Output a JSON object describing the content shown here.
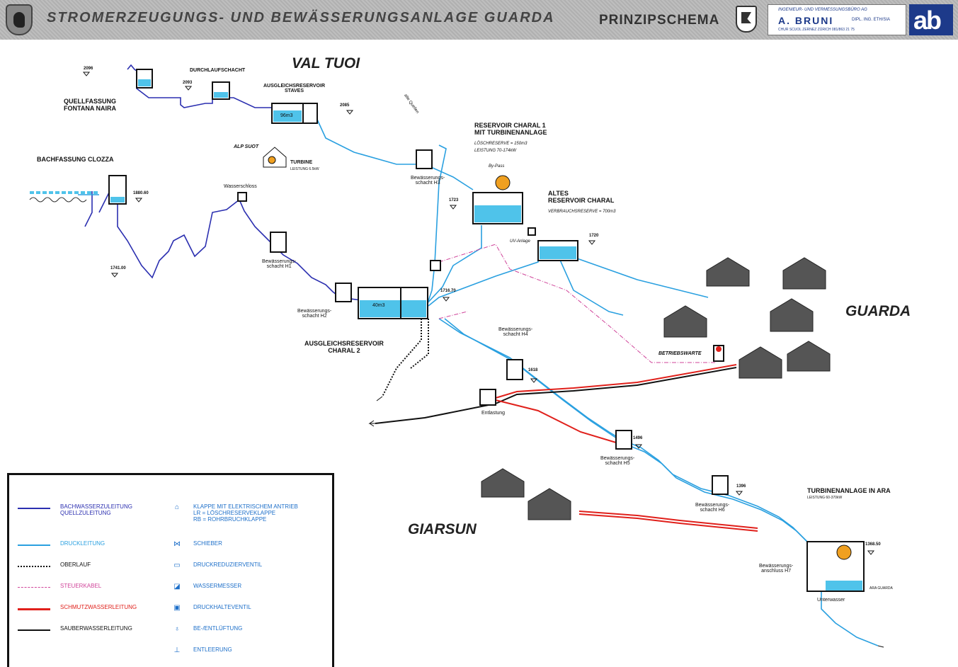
{
  "header": {
    "title": "STROMERZEUGUNGS- UND BEWÄSSERUNGSANLAGE GUARDA",
    "subtitle": "PRINZIPSCHEMA",
    "company": {
      "line1": "INGENIEUR- UND VERMESSUNGSBÜRO AG",
      "name": "A. BRUNI",
      "suffix": "DIPL. ING. ETH/SIA",
      "line3": "CHUR   SCUOL   ZERNEZ   ZÜRICH 081/863 21 75",
      "logo": "ab"
    }
  },
  "places": {
    "val_tuoi": "VAL TUOI",
    "guarda": "GUARDA",
    "giarsun": "GIARSUN"
  },
  "labels": {
    "quellfassung": "QUELLFASSUNG\nFONTANA NAIRA",
    "durchlaufschacht": "DURCHLAUFSCHACHT",
    "ausgleich_staves": "AUSGLEICHSRESERVOIR\nSTAVES",
    "alp_suot": "ALP SUOT",
    "turbine_small": "TURBINE",
    "turbine_leistung": "LEISTUNG 6.5kW",
    "bachfassung": "BACHFASSUNG CLOZZA",
    "wasserschloss": "Wasserschloss",
    "reservoir_charal1": "RESERVOIR CHARAL 1\nMIT TURBINENANLAGE",
    "loeschreserve": "LÖSCHRESERVE = 150m3",
    "leistung1": "LEISTUNG 70-174kW",
    "altes_reservoir": "ALTES\nRESERVOIR CHARAL",
    "verbrauchsreserve": "VERBRAUCHSRESERVE = 700m3",
    "uv_anlage": "UV-Anlage",
    "bypass": "By-Pass",
    "ausgleich_charal2": "AUSGLEICHSRESERVOIR\nCHARAL 2",
    "vol_staves": "96m3",
    "vol_charal2": "40m3",
    "h1": "Bewässerungs-\nschacht H1",
    "h2": "Bewässerungs-\nschacht H2",
    "h3": "Bewässerungs-\nschacht H3",
    "h4": "Bewässerungs-\nschacht H4",
    "h5": "Bewässerungs-\nschacht H5",
    "h6": "Bewässerungs-\nschacht H6",
    "h7": "Bewässerungs-\nanschluss H7",
    "entlastung": "Entlastung",
    "betriebswarte": "BETRIEBSWARTE",
    "turbinenanlage_ara": "TURBINENANLAGE IN ARA",
    "leistung_ara": "LEISTUNG 60-370kW",
    "unterwasser": "Unterwasser",
    "ara_guarda": "ARA GUARDA",
    "alte_quellen": "alte Quellen"
  },
  "elevations": {
    "e2096": "2096",
    "e2093": "2093",
    "e2085": "2085",
    "e1880": "1880.60",
    "e1741": "1741.00",
    "e1723": "1723",
    "e1720": "1720",
    "e1716": "1716.70",
    "e1618": "1618",
    "e1496": "1496",
    "e1396": "1396",
    "e1368": "1368.50"
  },
  "legend": {
    "left": [
      {
        "text": "BACHWASSERZULEITUNG\nQUELLZULEITUNG",
        "color": "#2b2fb0",
        "style": "solid"
      },
      {
        "text": "DRUCKLEITUNG",
        "color": "#2aa0e0",
        "style": "solid"
      },
      {
        "text": "OBERLAUF",
        "color": "#111111",
        "style": "dotted"
      },
      {
        "text": "STEUERKABEL",
        "color": "#d0459a",
        "style": "dashdot"
      },
      {
        "text": "SCHMUTZWASSERLEITUNG",
        "color": "#e0201b",
        "style": "solid"
      },
      {
        "text": "SAUBERWASSERLEITUNG",
        "color": "#111111",
        "style": "solid"
      }
    ],
    "right": [
      {
        "icon": "⌂",
        "text": "KLAPPE MIT ELEKTRISCHEM ANTRIEB\nLR = LÖSCHRESERVEKLAPPE\nRB = ROHRBRUCHKLAPPE"
      },
      {
        "icon": "⋈",
        "text": "SCHIEBER"
      },
      {
        "icon": "▭",
        "text": "DRUCKREDUZIERVENTIL"
      },
      {
        "icon": "◪",
        "text": "WASSERMESSER"
      },
      {
        "icon": "▣",
        "text": "DRUCKHALTEVENTIL"
      },
      {
        "icon": "♁",
        "text": "BE-/ENTLÜFTUNG"
      },
      {
        "icon": "⊥",
        "text": "ENTLEERUNG"
      }
    ]
  },
  "colors": {
    "quellzuleitung": "#2b2fb0",
    "druckleitung": "#2aa0e0",
    "schmutzwasser": "#e0201b",
    "steuerkabel": "#d0459a",
    "sauberwasser": "#111111",
    "water_fill": "#4fc3ea",
    "houses": "#555555"
  }
}
